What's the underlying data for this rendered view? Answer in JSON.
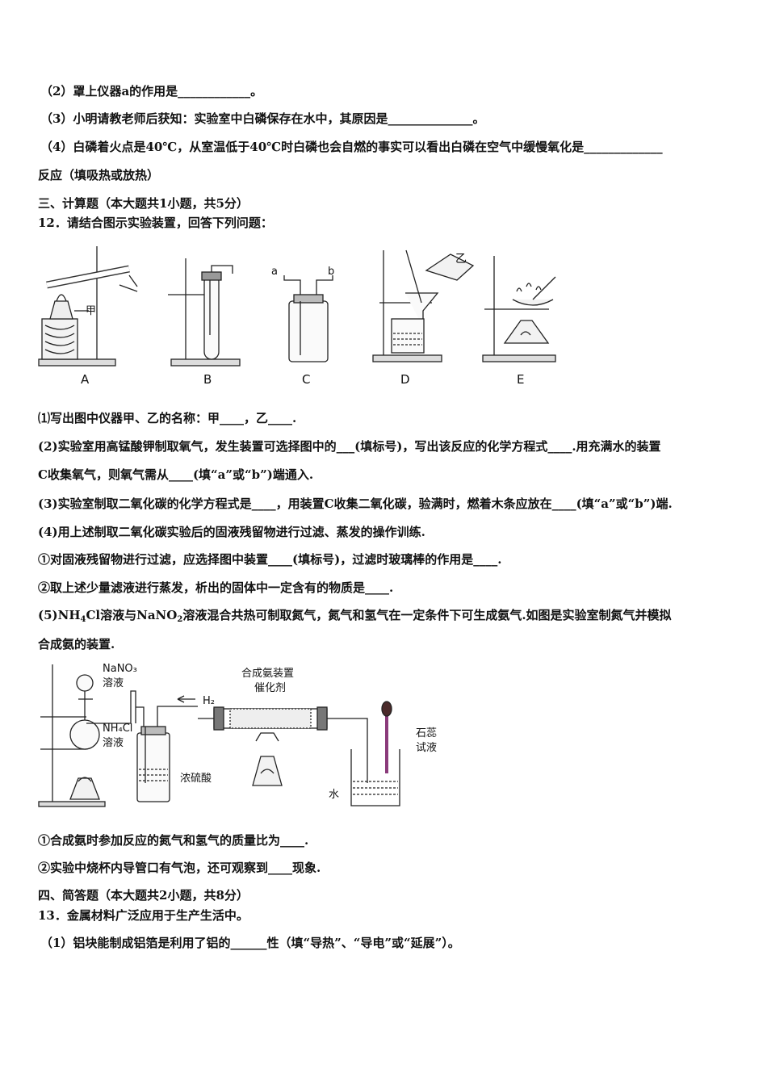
{
  "lines": {
    "l1": "（2）罩上仪器a的作用是____________。",
    "l2": "（3）小明请教老师后获知：实验室中白磷保存在水中，其原因是______________。",
    "l3": "（4）白磷着火点是40℃，从室温低于40℃时白磷也会自燃的事实可以看出白磷在空气中缓慢氧化是_____________",
    "l4": "反应（填吸热或放热）",
    "l5": "三、计算题（本大题共1小题，共5分）",
    "l6": "12．请结合图示实验装置，回答下列问题：",
    "l7": "⑴写出图中仪器甲、乙的名称：甲____，乙____.",
    "l8": "(2)实验室用高锰酸钾制取氧气，发生装置可选择图中的___(填标号)，写出该反应的化学方程式____.用充满水的装置",
    "l9": "C收集氧气，则氧气需从____(填“a”或“b”)端通入.",
    "l10": "(3)实验室制取二氧化碳的化学方程式是____，用装置C收集二氧化碳，验满时，燃着木条应放在____(填“a”或“b”)端.",
    "l11": "(4)用上述制取二氧化碳实验后的固液残留物进行过滤、蒸发的操作训练.",
    "l12": "①对固液残留物进行过滤，应选择图中装置____(填标号)，过滤时玻璃棒的作用是____.",
    "l13": "②取上述少量滤液进行蒸发，析出的固体中一定含有的物质是____.",
    "l14a": "(5)NH",
    "l14b": "4",
    "l14c": "Cl溶液与NaNO",
    "l14d": "2",
    "l14e": "溶液混合共热可制取氮气，氮气和氢气在一定条件下可生成氨气.如图是实验室制氮气并模拟",
    "l15": "合成氨的装置.",
    "l16": "①合成氨时参加反应的氮气和氢气的质量比为____.",
    "l17": "②实验中烧杯内导管口有气泡，还可观察到____现象.",
    "l18": "四、简答题（本大题共2小题，共8分）",
    "l19": "13．金属材料广泛应用于生产生活中。",
    "l20": "（1）铝块能制成铝箔是利用了铝的______性（填“导热”、“导电”或“延展”）。"
  },
  "figure1": {
    "labels": [
      "A",
      "B",
      "C",
      "D",
      "E"
    ],
    "jia": "甲",
    "yi": "乙",
    "port_a": "a",
    "port_b": "b"
  },
  "figure2": {
    "nano3": "NaNO₃",
    "nano3_sol": "溶液",
    "nh4cl": "NH₄Cl",
    "nh4cl_sol": "溶液",
    "h2": "H₂",
    "title": "合成氨装置",
    "catalyst": "催化剂",
    "acid": "浓硫酸",
    "litmus1": "石蕊",
    "litmus2": "试液",
    "water": "水"
  }
}
